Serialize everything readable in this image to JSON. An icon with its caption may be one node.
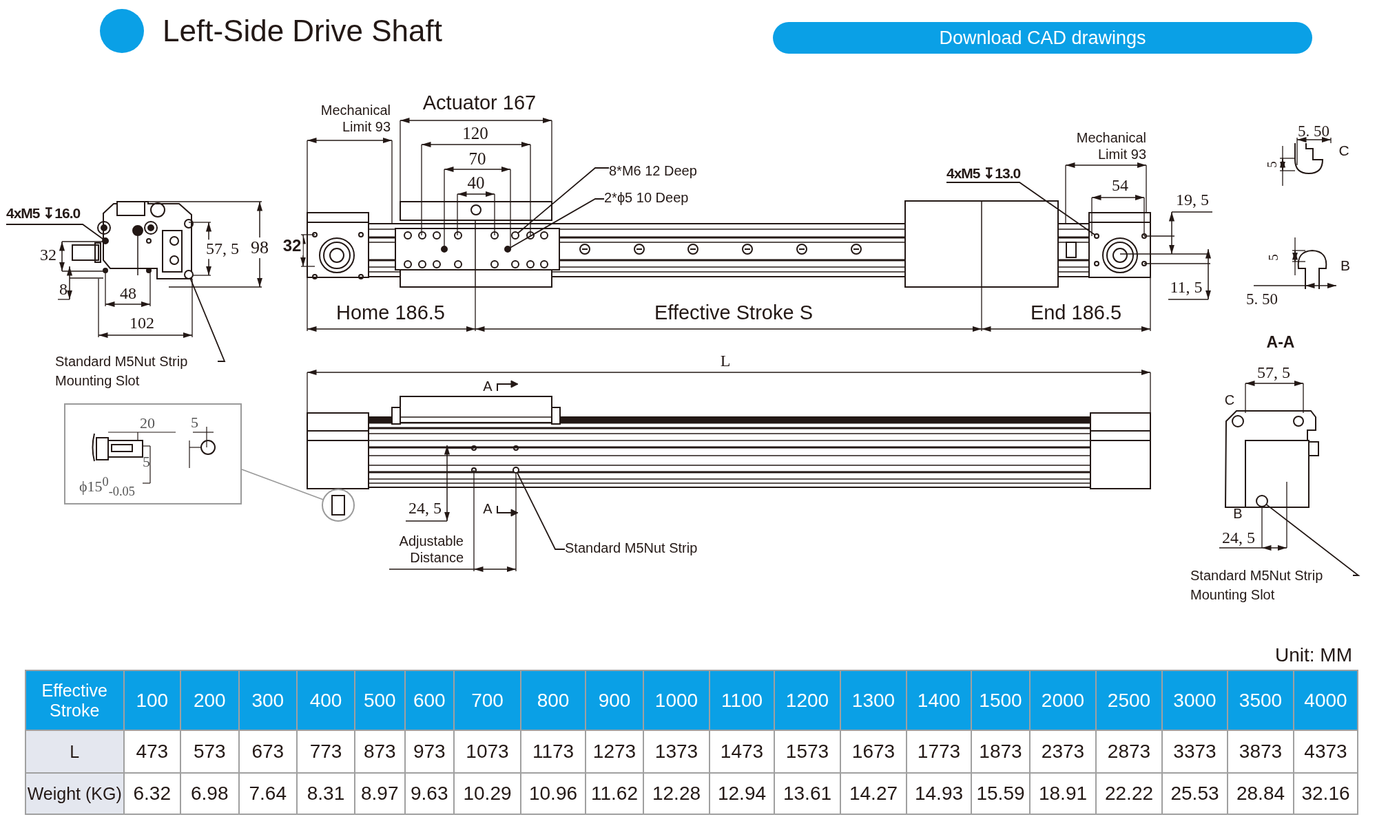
{
  "diagram": {
    "title": "Left-Side Drive Shaft",
    "nodes": [
      {
        "text": [
          "Download CAD drawings"
        ]
      },
      {
        "text": [
          "4xM5 ↧16.0"
        ]
      },
      {
        "text": [
          "Standard M5Nut Strip Mounting Slot"
        ]
      },
      {
        "text": [
          "8*M6 12 Deep"
        ]
      },
      {
        "text": [
          "2*ϕ5 10 Deep"
        ]
      },
      {
        "text": [
          "4xM5 ↧13.0"
        ]
      },
      {
        "text": [
          "Standard M5Nut Strip"
        ]
      },
      {
        "text": [
          "Standard M5Nut Strip Mounting Slot"
        ]
      },
      {
        "text": [],
        "shape": "circle"
      },
      {
        "text": [
          "20",
          "5",
          "5",
          "ϕ15$^{0}$$_{-0.05}$"
        ]
      },
      {
        "text": [],
        "shape": "circle"
      },
      {
        "text": [],
        "shape": "circle"
      },
      {
        "text": [],
        "shape": "circle"
      },
      {
        "text": [],
        "shape": "circle"
      },
      {
        "text": [],
        "shape": "circle"
      },
      {
        "text": [],
        "shape": "circle"
      },
      {
        "text": [],
        "shape": "circle"
      }
    ],
    "edges": [
      {
        "from": 1,
        "to": 10,
        "arrow": "none"
      },
      {
        "from": 2,
        "to": 11,
        "arrow": "none"
      },
      {
        "from": 3,
        "to": 12,
        "arrow": "none"
      },
      {
        "from": 4,
        "to": 13,
        "arrow": "none"
      },
      {
        "from": 5,
        "to": 14,
        "arrow": "none"
      },
      {
        "from": 6,
        "to": 15,
        "arrow": "none"
      },
      {
        "from": 7,
        "to": 16,
        "arrow": "none"
      },
      {
        "from": 8,
        "to": 9,
        "arrow": "none",
        "color": "#9a9a9a"
      }
    ],
    "labels": [
      "32",
      "8",
      "48",
      "102",
      "57, 5",
      "98",
      "Mechanical Limit 93",
      "Actuator 167",
      "120",
      "70",
      "40",
      "32",
      "Home 186.5",
      "Effective Stroke S",
      "End 186.5",
      "Mechanical Limit 93",
      "54",
      "19, 5",
      "11, 5",
      "5. 50",
      "C",
      "5",
      "5",
      "B",
      "5. 50",
      "L",
      "A",
      "A",
      "24, 5",
      "Adjustable Distance",
      "A-A",
      "57, 5",
      "C",
      "B",
      "24, 5",
      "Unit: MM",
      "Effective Stroke",
      "100",
      "200",
      "300",
      "400",
      "500",
      "600",
      "700",
      "800",
      "900",
      "1000",
      "1100",
      "1200",
      "1300",
      "1400",
      "1500",
      "2000",
      "2500",
      "3000",
      "3500",
      "4000",
      "L",
      "473",
      "573",
      "673",
      "773",
      "873",
      "973",
      "1073",
      "1173",
      "1273",
      "1373",
      "1473",
      "1573",
      "1673",
      "1773",
      "1873",
      "2373",
      "2873",
      "3373",
      "3873",
      "4373",
      "Weight (KG)",
      "6.32",
      "6.98",
      "7.64",
      "8.31",
      "8.97",
      "9.63",
      "10.29",
      "10.96",
      "11.62",
      "12.28",
      "12.94",
      "13.61",
      "14.27",
      "14.93",
      "15.59",
      "18.91",
      "22.22",
      "25.53",
      "28.84",
      "32.16"
    ]
  }
}
